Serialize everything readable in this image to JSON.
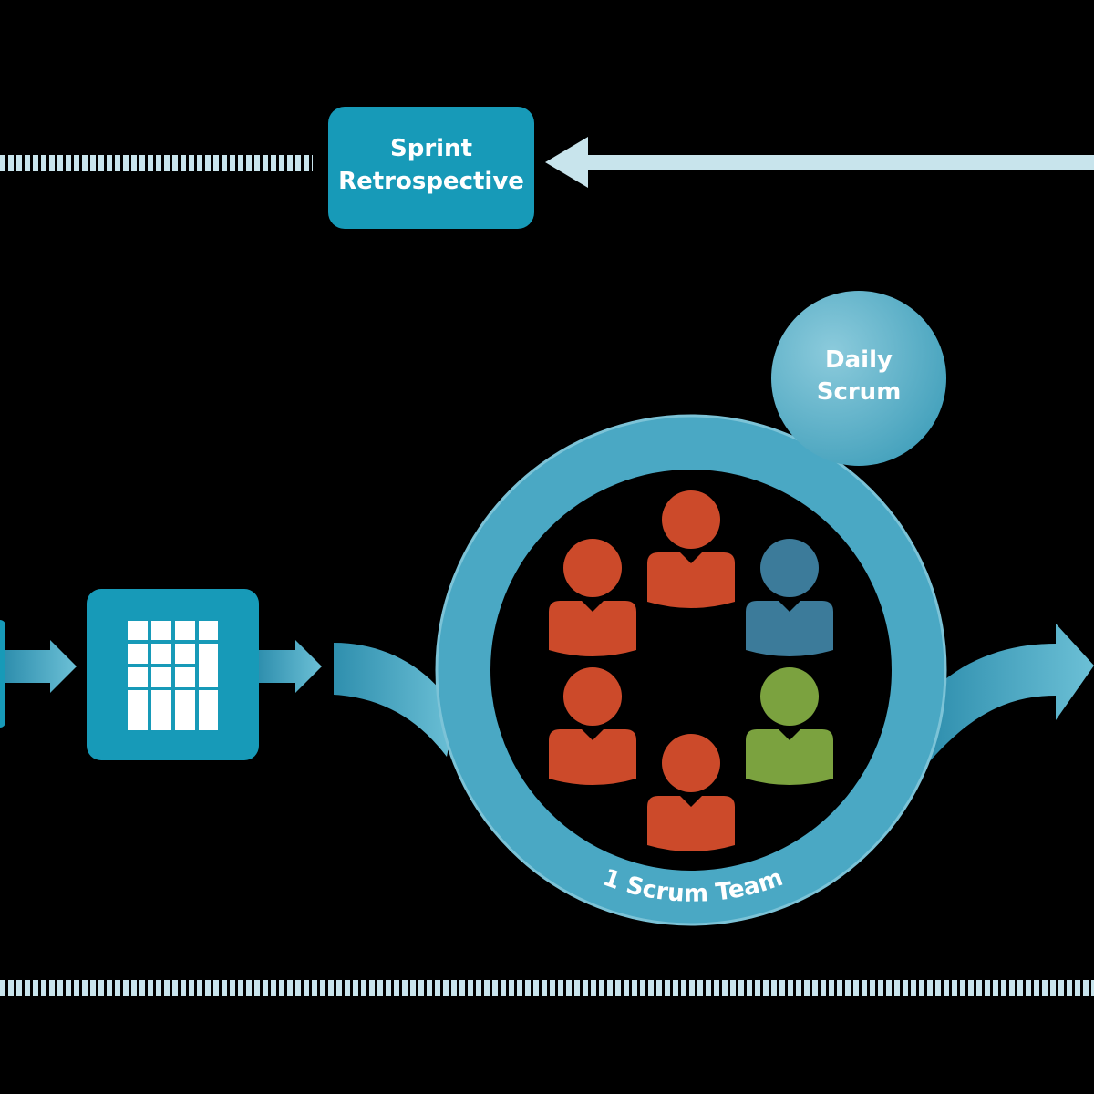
{
  "retrospective": {
    "line1": "Sprint",
    "line2": "Retrospective"
  },
  "daily_scrum": {
    "line1": "Daily",
    "line2": "Scrum"
  },
  "team": {
    "label": "1 Scrum Team",
    "members": [
      {
        "color": "#cc4a2a"
      },
      {
        "color": "#cc4a2a"
      },
      {
        "color": "#3c7b9a"
      },
      {
        "color": "#cc4a2a"
      },
      {
        "color": "#7ba23f"
      },
      {
        "color": "#cc4a2a"
      }
    ]
  },
  "colors": {
    "box": "#179ab8",
    "ring": "#4aa8c4",
    "arrow_light": "#c8e4ec",
    "circle": "#6bb9d0"
  },
  "icons": {
    "backlog": "grid-table-icon"
  }
}
